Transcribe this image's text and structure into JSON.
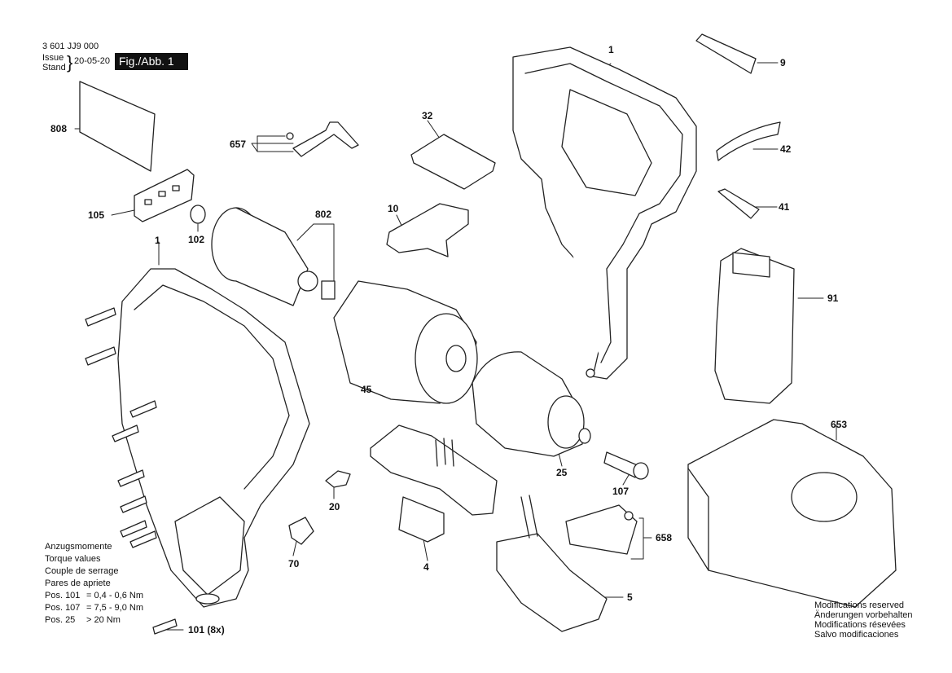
{
  "header": {
    "doc_number": "3 601 JJ9 000",
    "issue_label": "Issue",
    "stand_label": "Stand",
    "date": "20-05-20",
    "figure_label": "Fig./Abb. 1"
  },
  "parts": [
    {
      "id": "p1a",
      "text": "1"
    },
    {
      "id": "p9",
      "text": "9"
    },
    {
      "id": "p808",
      "text": "808"
    },
    {
      "id": "p32",
      "text": "32"
    },
    {
      "id": "p657",
      "text": "657"
    },
    {
      "id": "p42",
      "text": "42"
    },
    {
      "id": "p105",
      "text": "105"
    },
    {
      "id": "p802",
      "text": "802"
    },
    {
      "id": "p10",
      "text": "10"
    },
    {
      "id": "p41",
      "text": "41"
    },
    {
      "id": "p102",
      "text": "102"
    },
    {
      "id": "p1b",
      "text": "1"
    },
    {
      "id": "p91",
      "text": "91"
    },
    {
      "id": "p45",
      "text": "45"
    },
    {
      "id": "p653",
      "text": "653"
    },
    {
      "id": "p25",
      "text": "25"
    },
    {
      "id": "p107",
      "text": "107"
    },
    {
      "id": "p20",
      "text": "20"
    },
    {
      "id": "p658",
      "text": "658"
    },
    {
      "id": "p70",
      "text": "70"
    },
    {
      "id": "p4",
      "text": "4"
    },
    {
      "id": "p5",
      "text": "5"
    },
    {
      "id": "p101",
      "text": "101 (8x)"
    }
  ],
  "torque": {
    "lines": [
      "Anzugsmomente",
      "Torque values",
      "Couple de serrage",
      "Pares de apriete"
    ],
    "values": [
      {
        "pos": "Pos. 101",
        "value": "= 0,4 - 0,6 Nm"
      },
      {
        "pos": "Pos. 107",
        "value": "= 7,5 - 9,0 Nm"
      },
      {
        "pos": "Pos. 25",
        "value": "> 20 Nm"
      }
    ]
  },
  "notice": [
    "Modifications reserved",
    "Änderungen vorbehalten",
    "Modifications résevées",
    "Salvo modificaciones"
  ]
}
